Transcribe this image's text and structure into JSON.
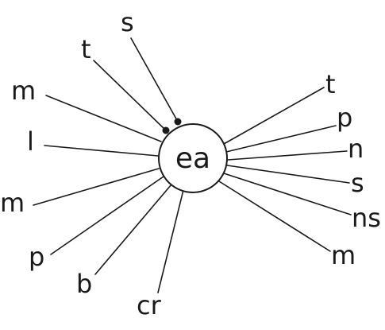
{
  "center": {
    "letters": "ea"
  },
  "left_letters": [
    "s",
    "t",
    "m",
    "l",
    "m",
    "p",
    "b",
    "cr"
  ],
  "right_letters": [
    "t",
    "p",
    "n",
    "s",
    "ns",
    "m"
  ]
}
